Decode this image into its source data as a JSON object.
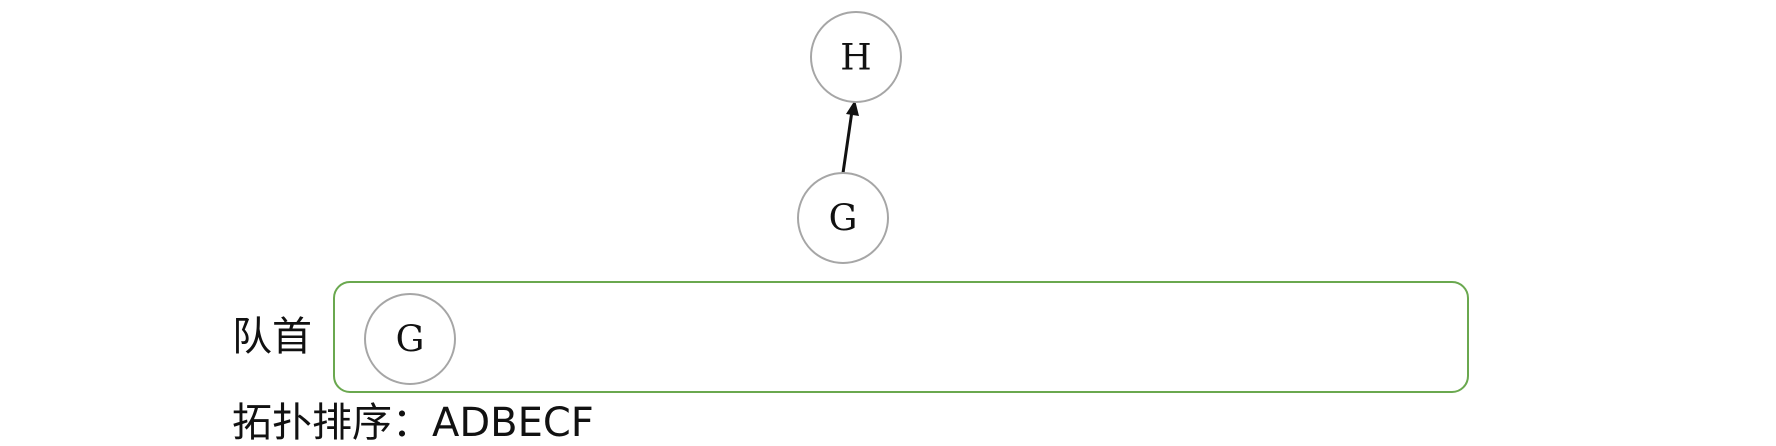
{
  "graph": {
    "nodes": [
      {
        "id": "H",
        "label": "H"
      },
      {
        "id": "G",
        "label": "G"
      }
    ],
    "edges": [
      {
        "from": "G",
        "to": "H",
        "directed": true
      }
    ]
  },
  "queue": {
    "front_label": "队首",
    "items": [
      "G"
    ]
  },
  "topological_sort": {
    "label": "拓扑排序：",
    "value": "ADBECF"
  },
  "colors": {
    "node_stroke": "#a6a6a6",
    "queue_border": "#6aa84f",
    "edge": "#111111"
  }
}
